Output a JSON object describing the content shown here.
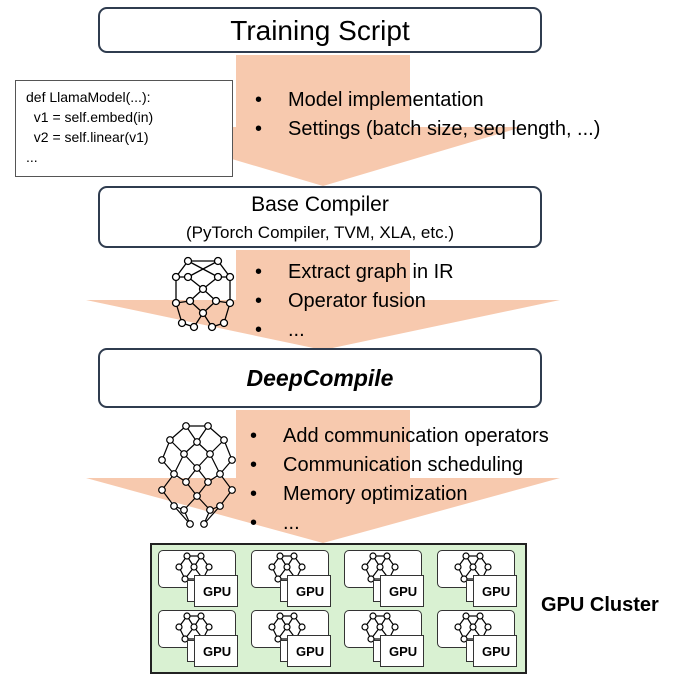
{
  "training_script": {
    "title": "Training Script"
  },
  "code_snippet": {
    "lines": [
      "def LlamaModel(...):",
      "  v1 = self.embed(in)",
      "  v2 = self.linear(v1)",
      "..."
    ]
  },
  "stage1_bullets": [
    "Model implementation",
    "Settings (batch size, seq length, ...)"
  ],
  "base_compiler": {
    "title": "Base Compiler",
    "subtitle": "(PyTorch Compiler, TVM, XLA, etc.)"
  },
  "stage2_bullets": [
    "Extract graph in IR",
    "Operator fusion",
    "..."
  ],
  "deepcompile": {
    "title": "DeepCompile"
  },
  "stage3_bullets": [
    "Add communication operators",
    "Communication scheduling",
    "Memory optimization",
    "..."
  ],
  "cluster": {
    "label": "GPU Cluster",
    "gpu_label": "GPU",
    "gpu_count": 8
  },
  "colors": {
    "arrow": "#f7c9ae",
    "box_border": "#2f3c4f",
    "cluster_bg": "#d9f1d2"
  }
}
